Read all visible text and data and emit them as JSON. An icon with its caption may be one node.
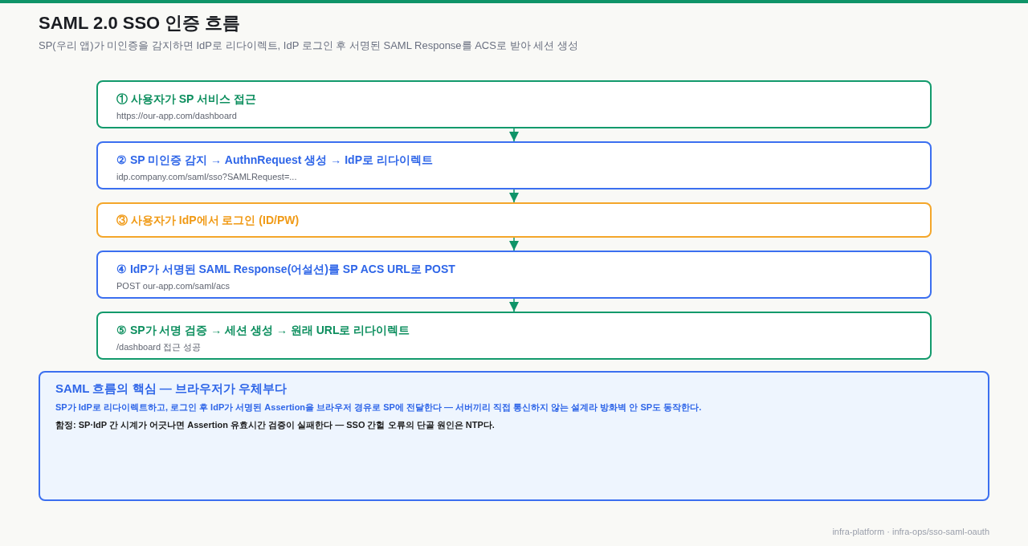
{
  "diagram": {
    "title": "SAML 2.0 SSO 인증 흐름",
    "caption": "SP(우리 앱)가 미인증을 감지하면 IdP로 리다이렉트, IdP 로그인 후 서명된 SAML Response를 ACS로 받아 세션 생성",
    "nodes": [
      {
        "text": [
          "① 사용자가 SP 서비스 접근",
          "https://our-app.com/dashboard"
        ]
      },
      {
        "text": [
          "② SP 미인증 감지 → AuthnRequest 생성 → IdP로 리다이렉트",
          "idp.company.com/saml/sso?SAMLRequest=..."
        ]
      },
      {
        "text": [
          "③ 사용자가 IdP에서 로그인 (ID/PW)"
        ]
      },
      {
        "text": [
          "④ IdP가 서명된 SAML Response(어설션)를 SP ACS URL로 POST",
          "POST our-app.com/saml/acs"
        ]
      },
      {
        "text": [
          "⑤ SP가 서명 검증 → 세션 생성 → 원래 URL로 리다이렉트",
          "/dashboard 접근 성공"
        ]
      },
      {
        "text": [
          "SAML 흐름의 핵심 — 브라우저가 우체부다",
          "SP가 IdP로 리다이렉트하고, 로그인 후 IdP가 서명된 Assertion을 브라우저 경유로 SP에 전달한다 — 서버끼리 직접 통신하지 않는 설계라 방화벽 안 SP도 동작한다.",
          "함정: SP·IdP 간 시계가 어긋나면 Assertion 유효시간 검증이 실패한다 — SSO 간헐 오류의 단골 원인은 NTP다."
        ]
      }
    ],
    "edges": [
      {
        "from": 0,
        "to": 1,
        "arrow": "to"
      },
      {
        "from": 1,
        "to": 2,
        "arrow": "to"
      },
      {
        "from": 2,
        "to": 3,
        "arrow": "to"
      },
      {
        "from": 3,
        "to": 4,
        "arrow": "to"
      }
    ],
    "labels": [
      "infra-platform · infra-ops/sso-saml-oauth"
    ]
  }
}
